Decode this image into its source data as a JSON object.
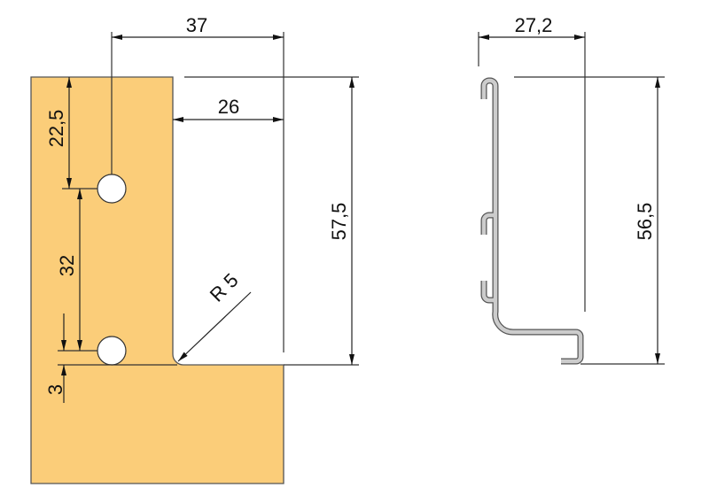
{
  "colors": {
    "plate": "#FBCD79",
    "profile": "#CCCCCC",
    "outline": "#555555"
  },
  "left_view": {
    "dim_hole_to_edge": "37",
    "dim_inner_width": "26",
    "dim_height": "57,5",
    "dim_top_to_hole": "22,5",
    "dim_hole_spacing": "32",
    "dim_hole_to_bottom": "3",
    "dim_radius": "R 5"
  },
  "right_view": {
    "dim_width": "27,2",
    "dim_height": "56,5"
  }
}
